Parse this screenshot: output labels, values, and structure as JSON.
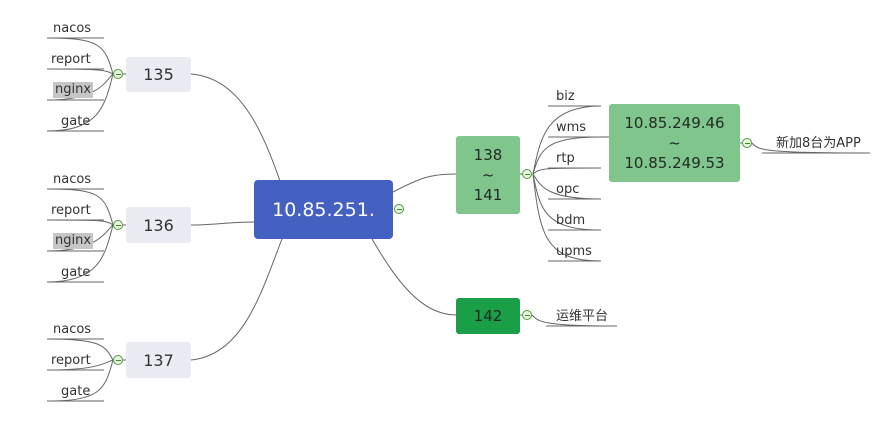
{
  "root": {
    "label": "10.85.251."
  },
  "groups": {
    "g135": {
      "label": "135",
      "leaves": [
        "nacos",
        "report",
        "nginx",
        "gate"
      ]
    },
    "g136": {
      "label": "136",
      "leaves": [
        "nacos",
        "report",
        "nginx",
        "gate"
      ]
    },
    "g137": {
      "label": "137",
      "leaves": [
        "nacos",
        "report",
        "gate"
      ]
    }
  },
  "range": {
    "start": "138",
    "sep": "~",
    "end": "141",
    "leaves": [
      "biz",
      "wms",
      "rtp",
      "opc",
      "bdm",
      "upms"
    ]
  },
  "ip_range": {
    "start": "10.85.249.46",
    "sep": "~",
    "end": "10.85.249.53",
    "note": "新加8台为APP"
  },
  "n142": {
    "label": "142",
    "leaf": "运维平台"
  },
  "colors": {
    "root": "#4460c0",
    "group": "#eaebf3",
    "range": "#80c68c",
    "node142": "#1a9e47",
    "connector": "#666666",
    "highlight": "#c6c6c6"
  }
}
